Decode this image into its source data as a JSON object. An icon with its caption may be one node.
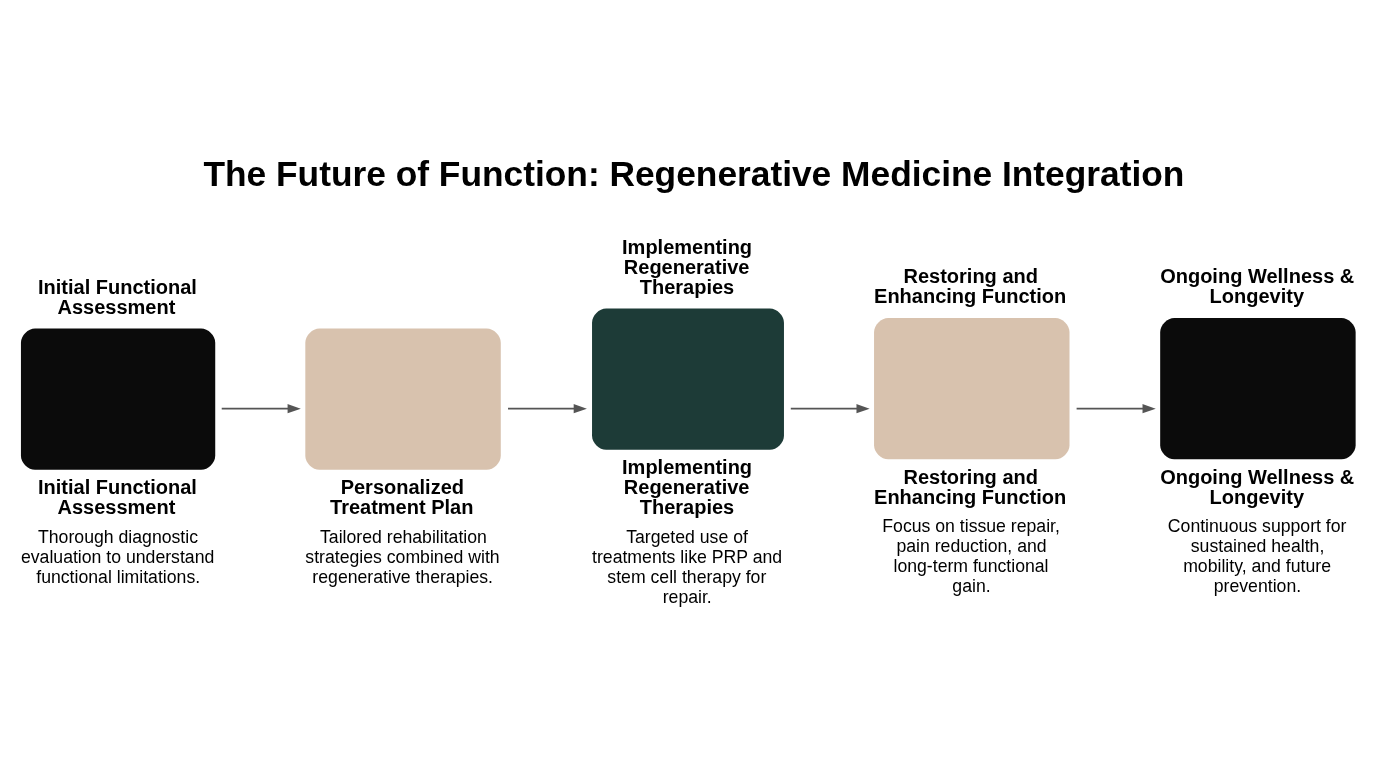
{
  "diagram": {
    "title": "The Future of Function: Regenerative Medicine Integration",
    "nodes": [
      {
        "text": [
          "Initial Functional Assessment",
          "Initial Functional Assessment",
          "Thorough diagnostic evaluation to understand functional limitations."
        ]
      },
      {
        "text": [
          "Personalized Treatment Plan",
          "Tailored rehabilitation strategies combined with regenerative therapies."
        ]
      },
      {
        "text": [
          "Implementing Regenerative Therapies",
          "Implementing Regenerative Therapies",
          "Targeted use of treatments like PRP and stem cell therapy for repair."
        ]
      },
      {
        "text": [
          "Restoring and Enhancing Function",
          "Restoring and Enhancing Function",
          "Focus on tissue repair, pain reduction, and long-term functional gain."
        ]
      },
      {
        "text": [
          "Ongoing Wellness & Longevity",
          "Ongoing Wellness & Longevity",
          "Continuous support for sustained health, mobility, and future prevention."
        ]
      }
    ],
    "edges": [
      {
        "from": 0,
        "to": 1,
        "arrow": "to"
      },
      {
        "from": 1,
        "to": 2,
        "arrow": "to"
      },
      {
        "from": 2,
        "to": 3,
        "arrow": "to"
      },
      {
        "from": 3,
        "to": 4,
        "arrow": "to"
      }
    ]
  }
}
